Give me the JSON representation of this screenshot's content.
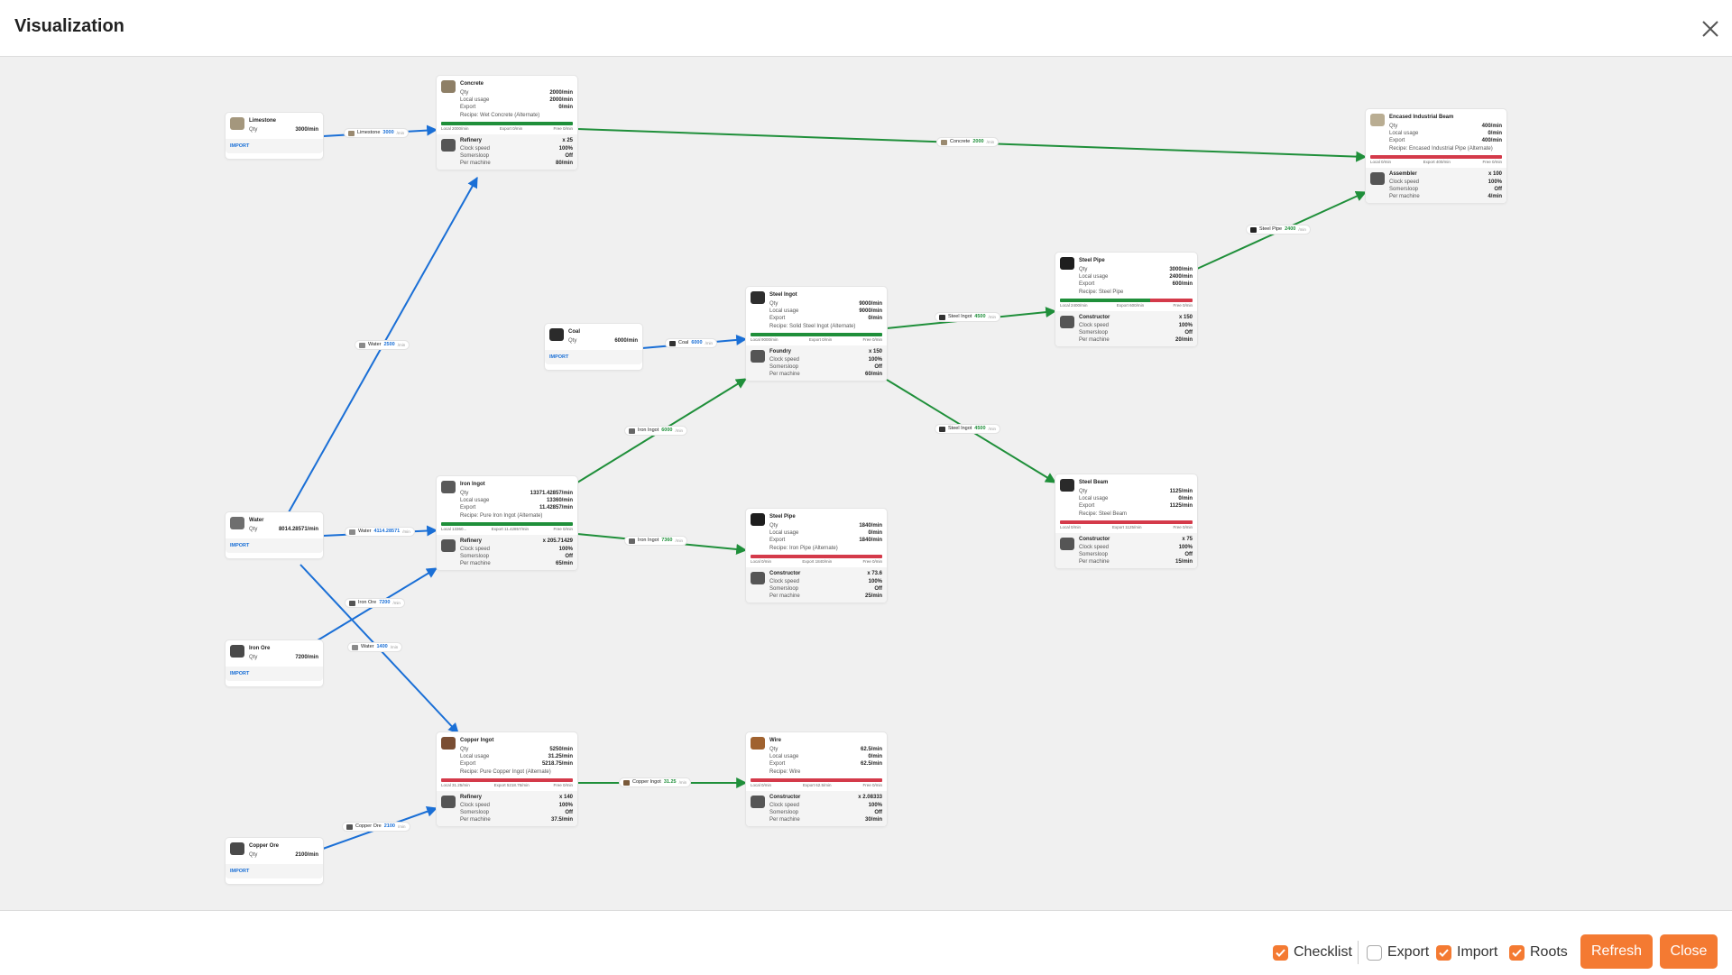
{
  "header": {
    "title": "Visualization"
  },
  "colors": {
    "accent": "#f47a32",
    "green": "#1f8f3a",
    "red": "#d43a4a",
    "blue": "#1a6fd6"
  },
  "nodes": {
    "limestone": {
      "name": "Limestone",
      "qty_label": "Qty",
      "qty": "3000/min",
      "import": "IMPORT"
    },
    "coal": {
      "name": "Coal",
      "qty_label": "Qty",
      "qty": "6000/min",
      "import": "IMPORT"
    },
    "water": {
      "name": "Water",
      "qty_label": "Qty",
      "qty": "8014.28571/min",
      "import": "IMPORT"
    },
    "iron_ore": {
      "name": "Iron Ore",
      "qty_label": "Qty",
      "qty": "7200/min",
      "import": "IMPORT"
    },
    "copper_ore": {
      "name": "Copper Ore",
      "qty_label": "Qty",
      "qty": "2100/min",
      "import": "IMPORT"
    },
    "concrete": {
      "name": "Concrete",
      "qty": "2000/min",
      "local": "2000/min",
      "export": "0/min",
      "recipe": "Recipe: Wet Concrete (Alternate)",
      "bar_local": "Local 2000/min",
      "bar_export": "Export 0/min",
      "bar_free": "Free 0/min",
      "machine": "Refinery",
      "count": "x 25",
      "clock": "100%",
      "somersloop": "Off",
      "per": "80/min"
    },
    "iron_ingot": {
      "name": "Iron Ingot",
      "qty": "13371.42857/min",
      "local": "13360/min",
      "export": "11.42857/min",
      "recipe": "Recipe: Pure Iron Ingot (Alternate)",
      "bar_local": "Local 13360...",
      "bar_export": "Export 11.42857/min",
      "bar_free": "Free 0/min",
      "machine": "Refinery",
      "count": "x 205.71429",
      "clock": "100%",
      "somersloop": "Off",
      "per": "65/min"
    },
    "copper_ingot": {
      "name": "Copper Ingot",
      "qty": "5250/min",
      "local": "31.25/min",
      "export": "5218.75/min",
      "recipe": "Recipe: Pure Copper Ingot (Alternate)",
      "bar_local": "Local 31.25/min",
      "bar_export": "Export 5218.75/min",
      "bar_free": "Free 0/min",
      "machine": "Refinery",
      "count": "x 140",
      "clock": "100%",
      "somersloop": "Off",
      "per": "37.5/min"
    },
    "steel_ingot": {
      "name": "Steel Ingot",
      "qty": "9000/min",
      "local": "9000/min",
      "export": "0/min",
      "recipe": "Recipe: Solid Steel Ingot (Alternate)",
      "bar_local": "Local 9000/min",
      "bar_export": "Export 0/min",
      "bar_free": "Free 0/min",
      "machine": "Foundry",
      "count": "x 150",
      "clock": "100%",
      "somersloop": "Off",
      "per": "60/min"
    },
    "steel_pipe_a": {
      "name": "Steel Pipe",
      "qty": "1840/min",
      "local": "0/min",
      "export": "1840/min",
      "recipe": "Recipe: Iron Pipe (Alternate)",
      "bar_local": "Local 0/min",
      "bar_export": "Export 1840/min",
      "bar_free": "Free 0/min",
      "machine": "Constructor",
      "count": "x 73.6",
      "clock": "100%",
      "somersloop": "Off",
      "per": "25/min"
    },
    "wire": {
      "name": "Wire",
      "qty": "62.5/min",
      "local": "0/min",
      "export": "62.5/min",
      "recipe": "Recipe: Wire",
      "bar_local": "Local 0/min",
      "bar_export": "Export 62.5/min",
      "bar_free": "Free 0/min",
      "machine": "Constructor",
      "count": "x 2.08333",
      "clock": "100%",
      "somersloop": "Off",
      "per": "30/min"
    },
    "steel_pipe_b": {
      "name": "Steel Pipe",
      "qty": "3000/min",
      "local": "2400/min",
      "export": "600/min",
      "recipe": "Recipe: Steel Pipe",
      "bar_local": "Local 2400/min",
      "bar_export": "Export 600/min",
      "bar_free": "Free 0/min",
      "machine": "Constructor",
      "count": "x 150",
      "clock": "100%",
      "somersloop": "Off",
      "per": "20/min"
    },
    "steel_beam": {
      "name": "Steel Beam",
      "qty": "1125/min",
      "local": "0/min",
      "export": "1125/min",
      "recipe": "Recipe: Steel Beam",
      "bar_local": "Local 0/min",
      "bar_export": "Export 1125/min",
      "bar_free": "Free 0/min",
      "machine": "Constructor",
      "count": "x 75",
      "clock": "100%",
      "somersloop": "Off",
      "per": "15/min"
    },
    "encased_beam": {
      "name": "Encased Industrial Beam",
      "qty": "400/min",
      "local": "0/min",
      "export": "400/min",
      "recipe": "Recipe: Encased Industrial Pipe (Alternate)",
      "bar_local": "Local 0/min",
      "bar_export": "Export 400/min",
      "bar_free": "Free 0/min",
      "machine": "Assembler",
      "count": "x 100",
      "clock": "100%",
      "somersloop": "Off",
      "per": "4/min"
    }
  },
  "row_labels": {
    "qty": "Qty",
    "local": "Local usage",
    "export": "Export",
    "clock": "Clock speed",
    "somersloop": "Somersloop",
    "per": "Per machine"
  },
  "edges": {
    "limestone": {
      "name": "Limestone",
      "value": "3000",
      "unit": "/min"
    },
    "water_concrete": {
      "name": "Water",
      "value": "2500",
      "unit": "/min"
    },
    "coal": {
      "name": "Coal",
      "value": "6000",
      "unit": "/min"
    },
    "iron_ingot_steel": {
      "name": "Iron Ingot",
      "value": "6000",
      "unit": "/min"
    },
    "water_iron": {
      "name": "Water",
      "value": "4114.28571",
      "unit": "/min"
    },
    "iron_ore": {
      "name": "Iron Ore",
      "value": "7200",
      "unit": "/min"
    },
    "water_copper": {
      "name": "Water",
      "value": "1400",
      "unit": "/min"
    },
    "copper_ore": {
      "name": "Copper Ore",
      "value": "2100",
      "unit": "/min"
    },
    "iron_ingot_pipe": {
      "name": "Iron Ingot",
      "value": "7360",
      "unit": "/min"
    },
    "copper_ingot": {
      "name": "Copper Ingot",
      "value": "31.25",
      "unit": "/min"
    },
    "concrete": {
      "name": "Concrete",
      "value": "2000",
      "unit": "/min"
    },
    "steel_ingot_pipe": {
      "name": "Steel Ingot",
      "value": "4500",
      "unit": "/min"
    },
    "steel_ingot_beam": {
      "name": "Steel Ingot",
      "value": "4500",
      "unit": "/min"
    },
    "steel_pipe": {
      "name": "Steel Pipe",
      "value": "2400",
      "unit": "/min"
    }
  },
  "footer": {
    "checklist": {
      "label": "Checklist",
      "checked": true
    },
    "export": {
      "label": "Export",
      "checked": false
    },
    "import": {
      "label": "Import",
      "checked": true
    },
    "roots": {
      "label": "Roots",
      "checked": true
    },
    "refresh": "Refresh",
    "close": "Close"
  }
}
